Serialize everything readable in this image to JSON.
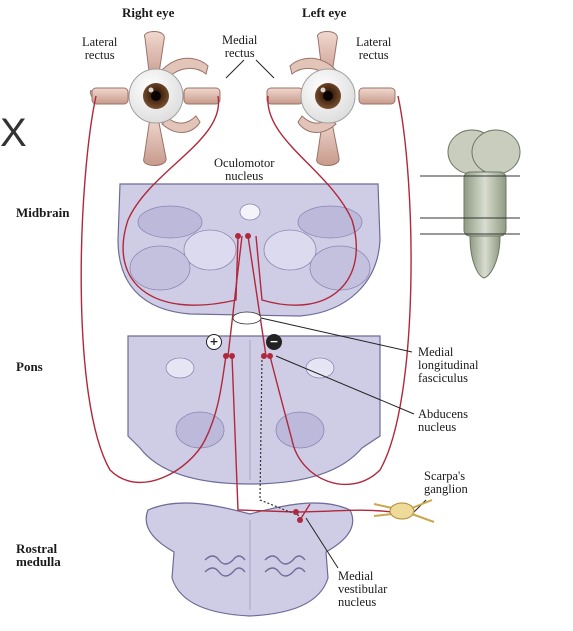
{
  "header": {
    "right_eye": "Right eye",
    "left_eye": "Left eye"
  },
  "muscles": {
    "lateral_rectus_right": "Lateral\nrectus",
    "medial_rectus": "Medial\nrectus",
    "lateral_rectus_left": "Lateral\nrectus"
  },
  "regions": {
    "midbrain": "Midbrain",
    "pons": "Pons",
    "rostral_medulla": "Rostral\nmedulla"
  },
  "structures": {
    "oculomotor_nucleus": "Oculomotor\nnucleus",
    "mlf": "Medial\nlongitudinal\nfasciculus",
    "abducens_nucleus": "Abducens\nnucleus",
    "scarpas_ganglion": "Scarpa's\nganglion",
    "medial_vestibular_nucleus": "Medial\nvestibular\nnucleus"
  },
  "signs": {
    "excitatory": "+",
    "inhibitory": "−"
  },
  "cropped_letter": "X",
  "colors": {
    "pathway": "#b0283c",
    "tissue": "#c9c8e3",
    "tissue_edge": "#7d7aa8",
    "muscle": "#d9b8ac",
    "iris": "#4a2a14",
    "ganglion": "#eedb9a",
    "inhibitory_fiber": "#333333"
  },
  "icons": [
    "eyeball-icon",
    "brainstem-icon"
  ]
}
